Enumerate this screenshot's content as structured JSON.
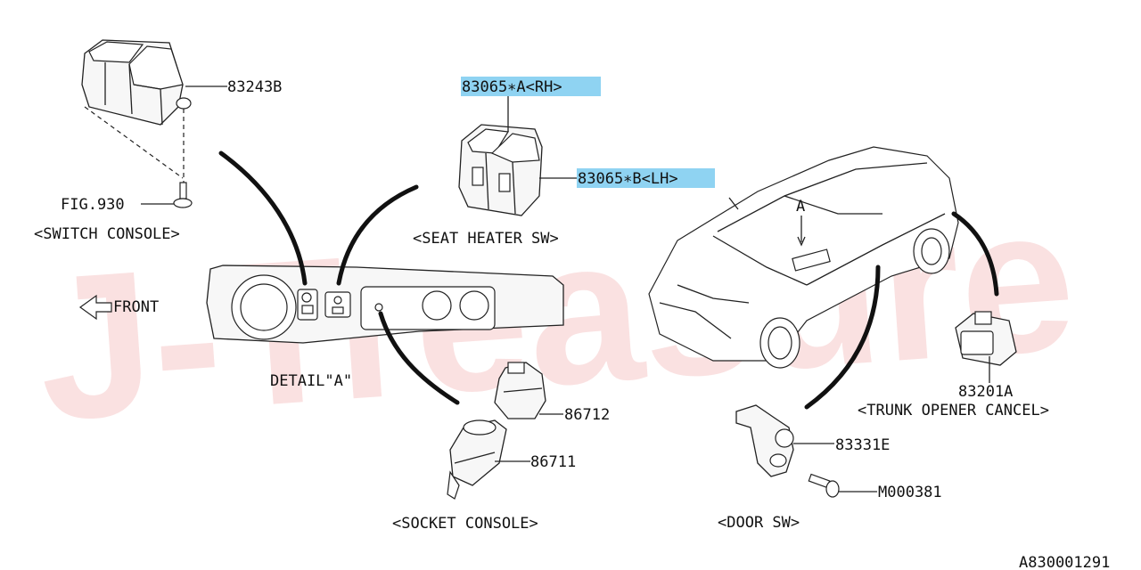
{
  "watermark": "J-Treasure",
  "colors": {
    "highlight": "#8fd3f2",
    "watermark": "#f6caca",
    "ink": "#222222"
  },
  "labels": {
    "switch_console_part": "83243B",
    "switch_console_fig": "FIG.930",
    "switch_console_title": "<SWITCH CONSOLE>",
    "front": "FRONT",
    "detail_a": "DETAIL\"A\"",
    "seat_heater_rh": "83065∗A<RH>",
    "seat_heater_lh": "83065∗B<LH>",
    "seat_heater_title": "<SEAT HEATER SW>",
    "socket_part_1": "86712",
    "socket_part_2": "86711",
    "socket_title": "<SOCKET CONSOLE>",
    "car_view_marker": "A",
    "trunk_part": "83201A",
    "trunk_title": "<TRUNK OPENER CANCEL>",
    "door_sw_part": "83331E",
    "door_sw_bolt": "M000381",
    "door_sw_title": "<DOOR SW>",
    "diagram_id": "A830001291"
  }
}
